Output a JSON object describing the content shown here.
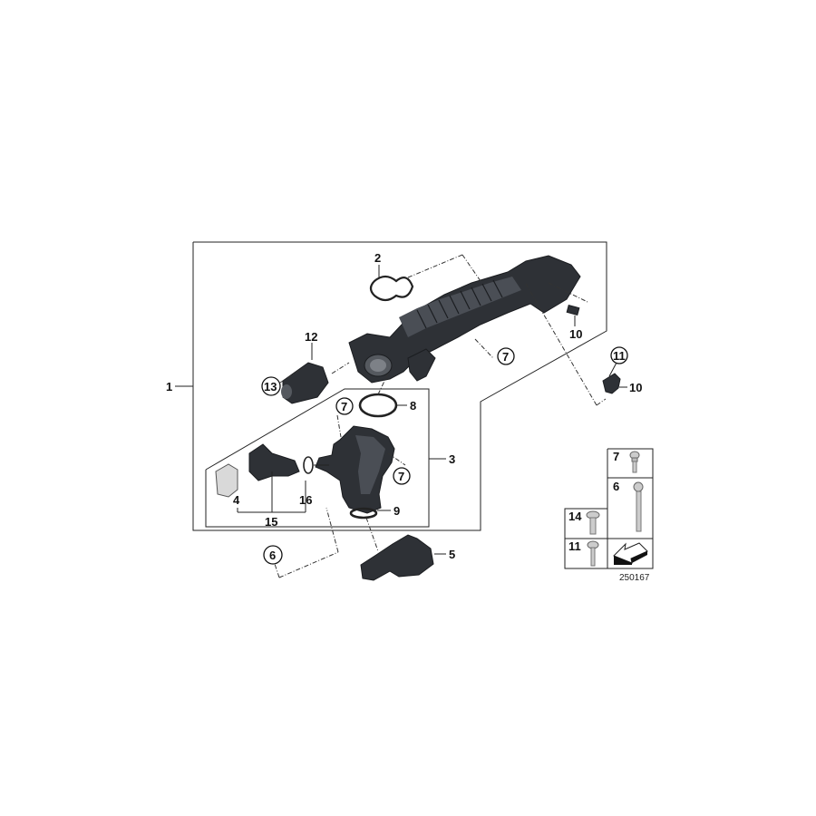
{
  "diagram": {
    "title": "Intake manifold system parts diagram",
    "image_number": "250167",
    "callouts": [
      {
        "id": "c1",
        "label": "1",
        "circled": false
      },
      {
        "id": "c2",
        "label": "2",
        "circled": false
      },
      {
        "id": "c3",
        "label": "3",
        "circled": false
      },
      {
        "id": "c4",
        "label": "4",
        "circled": false
      },
      {
        "id": "c5",
        "label": "5",
        "circled": false
      },
      {
        "id": "c6",
        "label": "6",
        "circled": true
      },
      {
        "id": "c7a",
        "label": "7",
        "circled": true
      },
      {
        "id": "c7b",
        "label": "7",
        "circled": true
      },
      {
        "id": "c7c",
        "label": "7",
        "circled": true
      },
      {
        "id": "c8",
        "label": "8",
        "circled": false
      },
      {
        "id": "c9",
        "label": "9",
        "circled": false
      },
      {
        "id": "c10",
        "label": "10",
        "circled": false
      },
      {
        "id": "c11",
        "label": "11",
        "circled": true
      },
      {
        "id": "c12",
        "label": "12",
        "circled": false
      },
      {
        "id": "c13",
        "label": "13",
        "circled": false
      },
      {
        "id": "c14",
        "label": "14",
        "circled": true
      },
      {
        "id": "c15",
        "label": "15",
        "circled": false
      },
      {
        "id": "c16",
        "label": "16",
        "circled": false
      }
    ],
    "parts": [
      {
        "name": "intake-manifold",
        "callout": "1"
      },
      {
        "name": "gasket-double-ring",
        "callout": "2"
      },
      {
        "name": "intake-pipe-assembly",
        "callout": "3"
      },
      {
        "name": "gasket-flat",
        "callout": "4"
      },
      {
        "name": "throttle-housing",
        "callout": "5"
      },
      {
        "name": "bolt-long",
        "callout": "6"
      },
      {
        "name": "bolt-flanged",
        "callout": "7"
      },
      {
        "name": "o-ring-large",
        "callout": "8"
      },
      {
        "name": "o-ring-flat",
        "callout": "9"
      },
      {
        "name": "sensor",
        "callout": "10"
      },
      {
        "name": "screw-self-tapping",
        "callout": "11"
      },
      {
        "name": "clip-connector",
        "callout": "12"
      },
      {
        "name": "actuator-motor",
        "callout": "13"
      },
      {
        "name": "screw-torx",
        "callout": "14"
      },
      {
        "name": "valve",
        "callout": "15"
      },
      {
        "name": "o-ring-small",
        "callout": "16"
      }
    ],
    "hardware_legend": {
      "cells": [
        {
          "label": "7"
        },
        {
          "label": "6"
        },
        {
          "label": "14"
        },
        {
          "label": "11"
        },
        {
          "label": "arrow-icon"
        }
      ]
    }
  }
}
